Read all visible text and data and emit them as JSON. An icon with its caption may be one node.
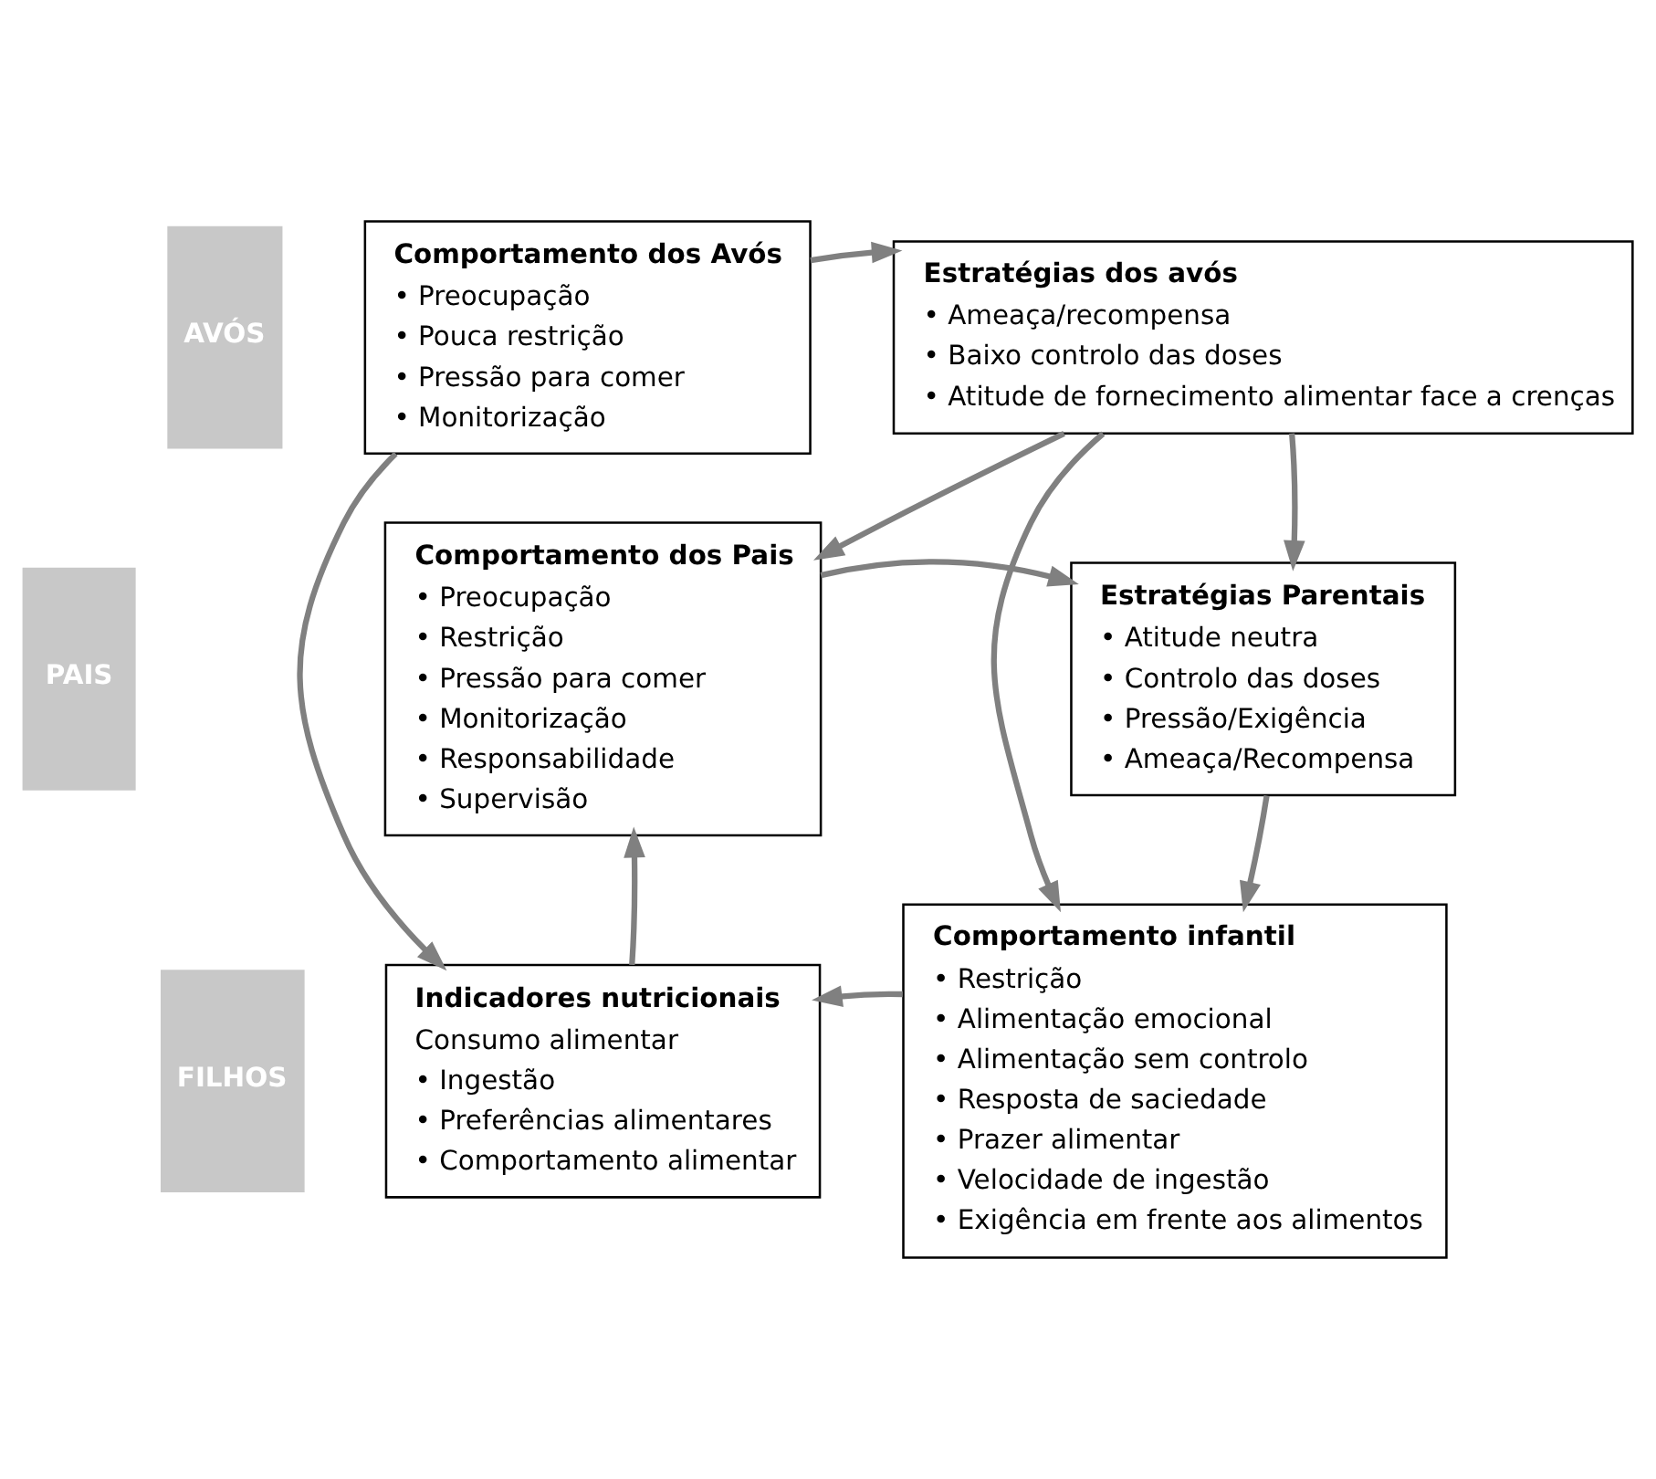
{
  "diagram": {
    "nodes": [
      {
        "text": [
          "AVÓS"
        ]
      },
      {
        "text": [
          "PAIS"
        ]
      },
      {
        "text": [
          "FILHOS"
        ]
      },
      {
        "text": [
          "Comportamento dos Avós",
          "• Preocupação",
          "• Pouca restrição",
          "• Pressão para comer",
          "• Monitorização"
        ]
      },
      {
        "text": [
          "Estratégias dos avós",
          "• Ameaça/recompensa",
          "• Baixo controlo das doses",
          "• Atitude de fornecimento alimentar face a crenças"
        ]
      },
      {
        "text": [
          "Comportamento dos Pais",
          "• Preocupação",
          "• Restrição",
          "• Pressão para comer",
          "• Monitorização",
          "• Responsabilidade",
          "• Supervisão"
        ]
      },
      {
        "text": [
          "Estratégias Parentais",
          "• Atitude neutra",
          "• Controlo das doses",
          "• Pressão/Exigência",
          "• Ameaça/Recompensa"
        ]
      },
      {
        "text": [
          "Indicadores nutricionais",
          "Consumo alimentar",
          "• Ingestão",
          "• Preferências alimentares",
          "• Comportamento alimentar"
        ]
      },
      {
        "text": [
          "Comportamento infantil",
          "• Restrição",
          "• Alimentação emocional",
          "• Alimentação sem controlo",
          "• Resposta de saciedade",
          "• Prazer alimentar",
          "• Velocidade de ingestão",
          "• Exigência em frente aos alimentos"
        ]
      }
    ],
    "edges": [
      {
        "from": 3,
        "to": 4,
        "arrow": "to"
      },
      {
        "from": 3,
        "to": 7,
        "arrow": "to"
      },
      {
        "from": 4,
        "to": 5,
        "arrow": "to"
      },
      {
        "from": 4,
        "to": 6,
        "arrow": "to"
      },
      {
        "from": 4,
        "to": 8,
        "arrow": "to"
      },
      {
        "from": 5,
        "to": 6,
        "arrow": "to"
      },
      {
        "from": 6,
        "to": 8,
        "arrow": "to"
      },
      {
        "from": 8,
        "to": 7,
        "arrow": "to"
      },
      {
        "from": 7,
        "to": 5,
        "arrow": "to"
      }
    ]
  }
}
